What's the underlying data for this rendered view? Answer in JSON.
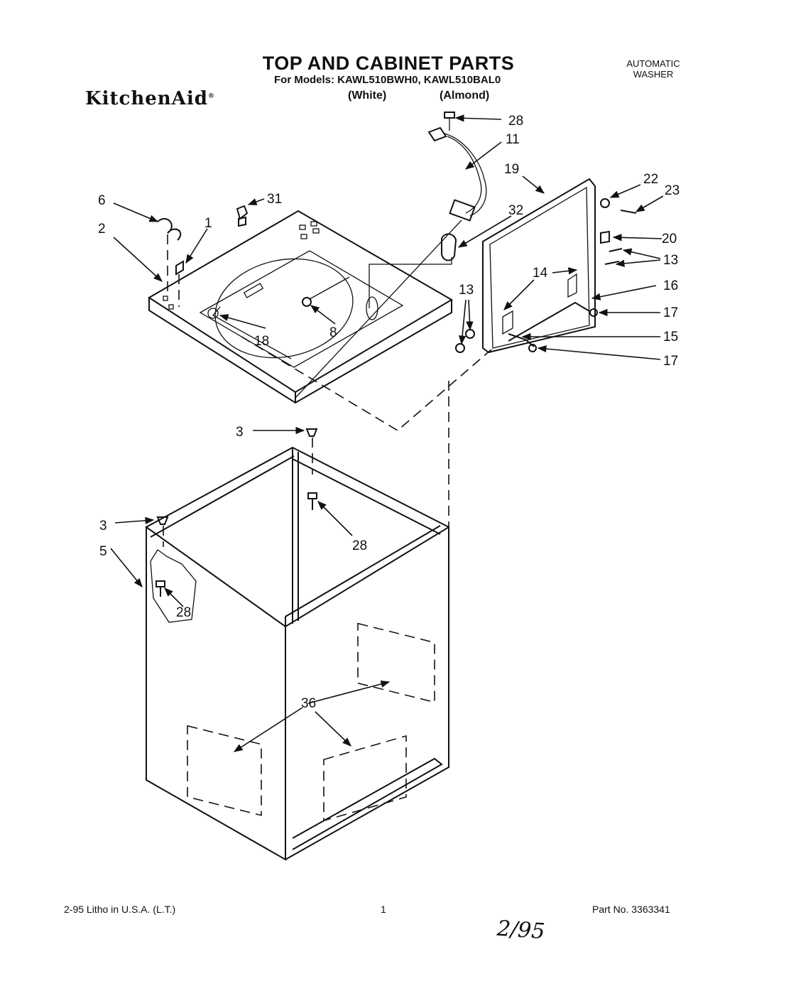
{
  "header": {
    "title": "TOP AND CABINET PARTS",
    "models": "For Models: KAWL510BWH0, KAWL510BAL0",
    "variant_white": "(White)",
    "variant_almond": "(Almond)",
    "product_type_line1": "AUTOMATIC",
    "product_type_line2": "WASHER",
    "brand": "KitchenAid"
  },
  "diagram": {
    "callouts": [
      "28",
      "11",
      "19",
      "22",
      "23",
      "6",
      "31",
      "1",
      "2",
      "32",
      "20",
      "13",
      "14",
      "16",
      "13",
      "17",
      "8",
      "18",
      "15",
      "17",
      "3",
      "28",
      "3",
      "5",
      "28",
      "36"
    ]
  },
  "footer": {
    "left": "2-95  Litho in U.S.A. (L.T.)",
    "center": "1",
    "right": "Part No. 3363341",
    "handwritten_note": "2/95"
  }
}
